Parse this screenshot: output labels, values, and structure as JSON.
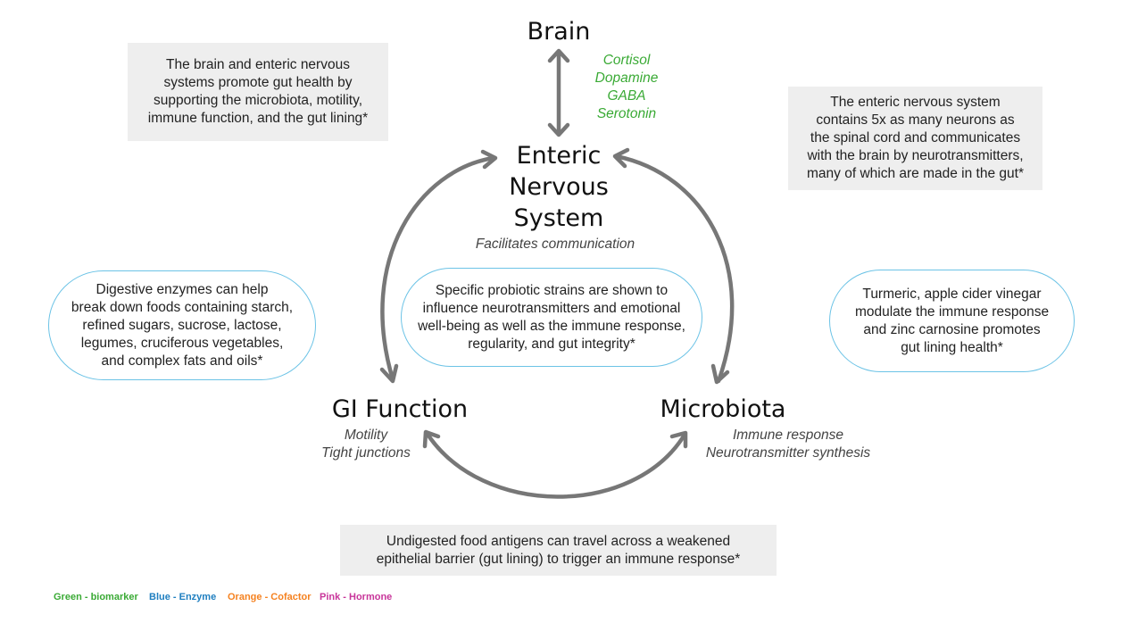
{
  "nodes": {
    "brain": {
      "title": "Brain"
    },
    "ens": {
      "title_lines": [
        "Enteric",
        "Nervous",
        "System"
      ],
      "subtitle": "Facilitates communication"
    },
    "gi": {
      "title": "GI Function",
      "sub_lines": [
        "Motility",
        "Tight junctions"
      ]
    },
    "microbiota": {
      "title": "Microbiota",
      "sub_lines": [
        "Immune response",
        "Neurotransmitter synthesis"
      ]
    }
  },
  "biomarkers": {
    "color": "#3aaa35",
    "items": [
      "Cortisol",
      "Dopamine",
      "GABA",
      "Serotonin"
    ]
  },
  "notes": {
    "brain_ens": [
      "The brain and enteric nervous",
      "systems promote gut health by",
      "supporting the microbiota, motility,",
      "immune function, and the gut lining*"
    ],
    "ens_neurons": [
      "The enteric nervous system",
      "contains 5x as many neurons as",
      "the spinal cord and communicates",
      "with the brain by neurotransmitters,",
      "many of which are made in the gut*"
    ],
    "enzymes": [
      "Digestive enzymes can help",
      "break down foods containing starch,",
      "refined sugars, sucrose, lactose,",
      "legumes, cruciferous vegetables,",
      "and complex fats and oils*"
    ],
    "probiotics": [
      "Specific probiotic strains are shown to",
      "influence neurotransmitters and emotional",
      "well-being as well as the immune response,",
      "regularity, and gut integrity*"
    ],
    "turmeric": [
      "Turmeric, apple cider vinegar",
      "modulate the immune response",
      "and zinc carnosine promotes",
      "gut lining health*"
    ],
    "antigens": [
      "Undigested food antigens can travel across a weakened",
      "epithelial barrier (gut lining) to trigger an immune response*"
    ]
  },
  "legend": [
    {
      "label": "Green - biomarker",
      "color": "#3aaa35"
    },
    {
      "label": "Blue - Enzyme",
      "color": "#1f7fc0"
    },
    {
      "label": "Orange - Cofactor",
      "color": "#f58220"
    },
    {
      "label": "Pink - Hormone",
      "color": "#c8359a"
    }
  ],
  "colors": {
    "arrow": "#777777",
    "pill_border": "#6cc3e6",
    "box_bg": "#eeeeee"
  }
}
